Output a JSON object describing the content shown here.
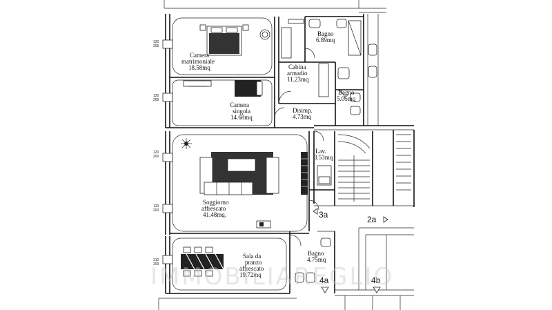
{
  "rooms": {
    "camera_matrimoniale": {
      "name_line1": "Camera",
      "name_line2": "matrimoniale",
      "area": "18.58mq"
    },
    "camera_singola": {
      "name_line1": "Camera",
      "name_line2": "singola",
      "area": "14.68mq"
    },
    "bagno_1": {
      "name": "Bagno",
      "area": "6.89mq"
    },
    "cabina_armadio": {
      "name_line1": "Cabina",
      "name_line2": "armadio",
      "area": "11.23mq"
    },
    "bagno_2": {
      "name": "Bagno",
      "area": "5.05mq"
    },
    "disimpegno": {
      "name": "Disimp.",
      "area": "4.73mq"
    },
    "lavanderia": {
      "name": "Lav.",
      "area": "3.53mq"
    },
    "soggiorno": {
      "name_line1": "Soggiorno",
      "name_line2": "affrescato",
      "area": "41.48mq."
    },
    "bagno_3": {
      "name": "Bagno",
      "area": "4.75mq"
    },
    "sala_pranzo": {
      "name_line1": "Sala da",
      "name_line2": "pranzo",
      "name_line3": "affrescato",
      "area": "19.72mq"
    }
  },
  "stair_markers": {
    "m3a": "3a",
    "m2a": "2a",
    "m4a": "4a",
    "m4b": "4b"
  },
  "window_dims": {
    "w1_top": "120",
    "w1_bottom": "205",
    "w2_top": "120",
    "w2_bottom": "205",
    "w3_top": "120",
    "w3_bottom": "200",
    "w4_top": "120",
    "w4_bottom": "200",
    "w5_top": "210",
    "w5_bottom": "200"
  },
  "watermark": "IMMOBILIAREGLIO",
  "colors": {
    "line": "#111111",
    "background": "#ffffff",
    "watermark": "#c8c8c8"
  }
}
